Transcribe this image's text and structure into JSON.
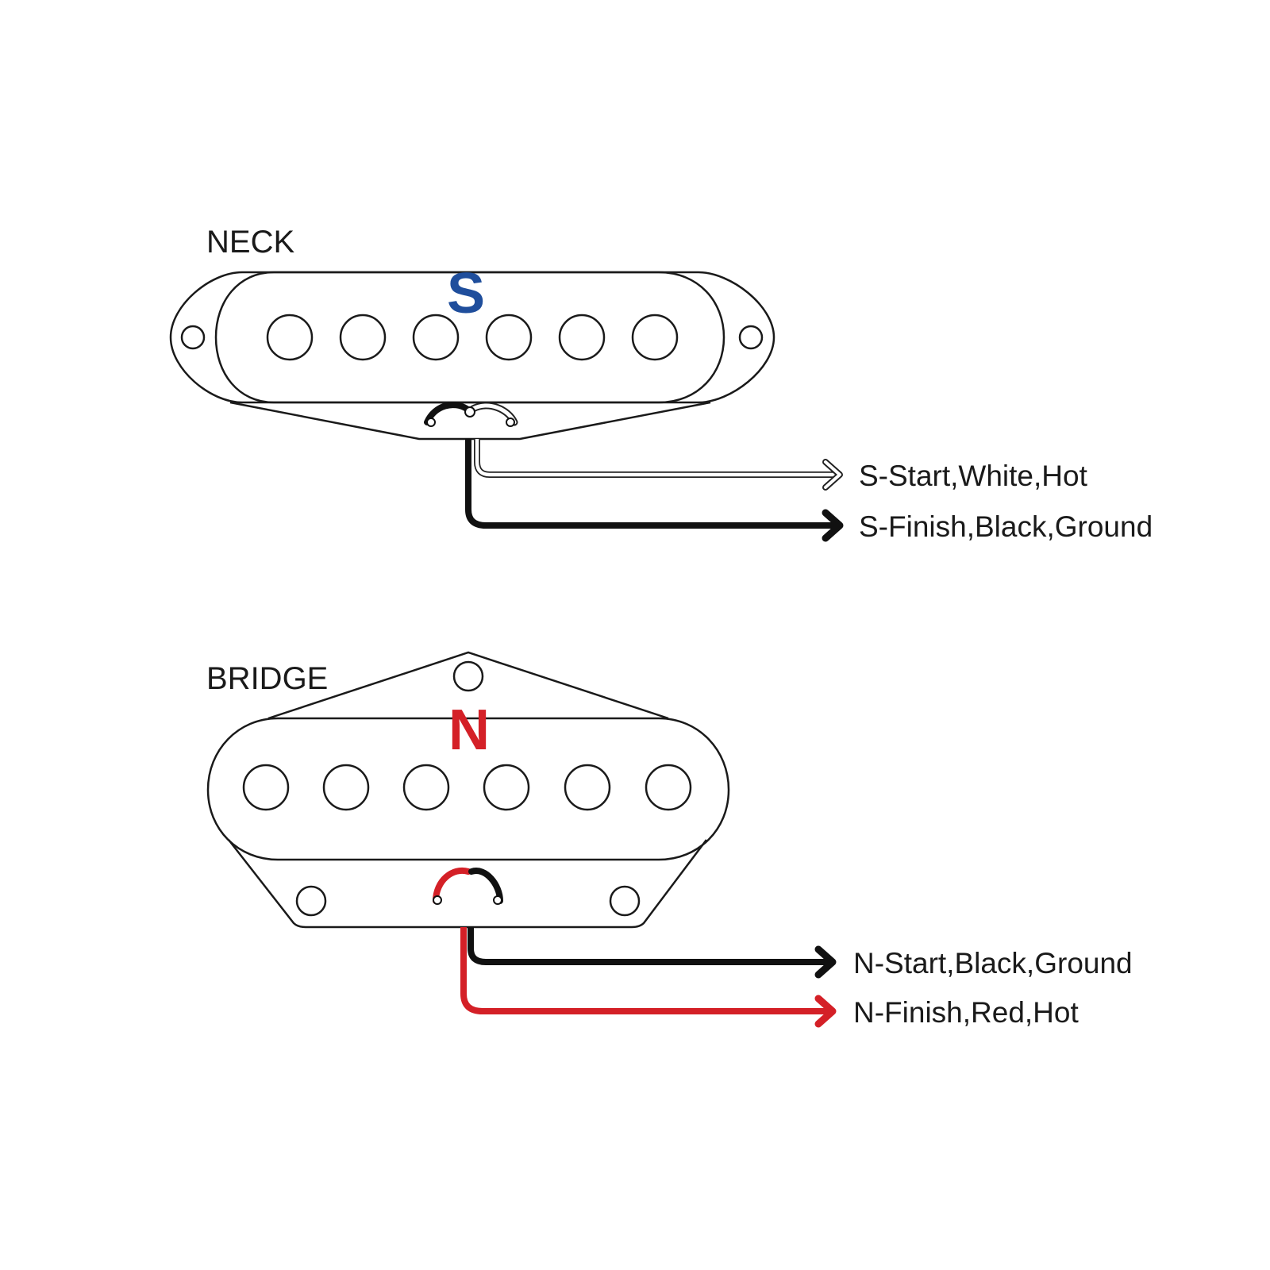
{
  "neck": {
    "label": "NECK",
    "polarity": "S",
    "polarity_color": "#1f4e9c",
    "wires": [
      {
        "label": "S-Start,White,Hot",
        "color": "#ffffff"
      },
      {
        "label": "S-Finish,Black,Ground",
        "color": "#111111"
      }
    ]
  },
  "bridge": {
    "label": "BRIDGE",
    "polarity": "N",
    "polarity_color": "#d42027",
    "wires": [
      {
        "label": "N-Start,Black,Ground",
        "color": "#111111"
      },
      {
        "label": "N-Finish,Red,Hot",
        "color": "#d42027"
      }
    ]
  }
}
